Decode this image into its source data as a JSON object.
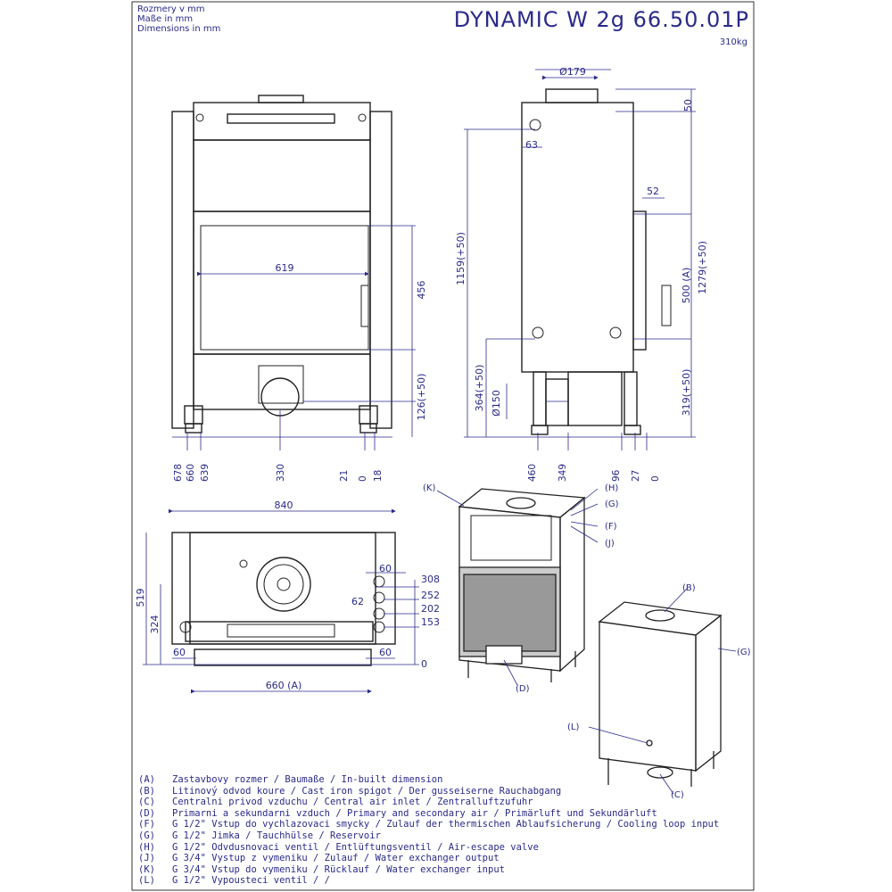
{
  "header": {
    "units": [
      "Rozmery v mm",
      "Maße in mm",
      "Dimensions in mm"
    ],
    "title": "DYNAMIC W 2g 66.50.01P",
    "weight": "310kg"
  },
  "front_view": {
    "width_inner": "619",
    "glass_height": "456",
    "floor_to_air": "126(+50)",
    "bottom_dims": [
      "678",
      "660",
      "639",
      "330",
      "21",
      "0",
      "18"
    ]
  },
  "side_view": {
    "spigot_diameter": "Ø179",
    "top_offset": "50",
    "side_offset": "63",
    "total_height_left": "1159(+50)",
    "total_height_right": "1279(+50)",
    "door_gap": "52",
    "door_height": "500 (A)",
    "air_height": "364(+50)",
    "air_diameter": "Ø150",
    "leg_height": "319(+50)",
    "bottom_dims": [
      "460",
      "349",
      "96",
      "27",
      "0"
    ]
  },
  "top_view": {
    "width_total": "840",
    "depth_total": "519",
    "spigot_offset": "324",
    "left_margin": "60",
    "right_top": "60",
    "right_bottom": "60",
    "side_offset": "62",
    "inlet_width": "660 (A)",
    "right_stack": [
      "308",
      "252",
      "202",
      "153",
      "0"
    ]
  },
  "callouts": {
    "K": "(K)",
    "H": "(H)",
    "G": "(G)",
    "F": "(F)",
    "J": "(J)",
    "D": "(D)",
    "B": "(B)",
    "G2": "(G)",
    "L": "(L)",
    "C": "(C)"
  },
  "legend": [
    {
      "key": "(A)",
      "text": "Zastavbovy rozmer / Baumaße / In-built dimension"
    },
    {
      "key": "(B)",
      "text": "Litinový odvod koure / Cast iron spigot / Der gusseiserne Rauchabgang"
    },
    {
      "key": "(C)",
      "text": "Centralni privod vzduchu / Central air inlet / Zentralluftzufuhr"
    },
    {
      "key": "(D)",
      "text": "Primarni a sekundarni vzduch / Primary and secondary air / Primärluft und Sekundärluft"
    },
    {
      "key": "(F)",
      "text": "G 1/2\" Vstup do vychlazovaci smycky / Zulauf der thermischen Ablaufsicherung / Cooling loop input"
    },
    {
      "key": "(G)",
      "text": "G 1/2\" Jimka / Tauchhülse / Reservoir"
    },
    {
      "key": "(H)",
      "text": "G 1/2\" Odvdusnovaci ventil / Entlüftungsventil / Air-escape valve"
    },
    {
      "key": "(J)",
      "text": "G 3/4\" Vystup z vymeniku / Zulauf / Water exchanger output"
    },
    {
      "key": "(K)",
      "text": "G 3/4\" Vstup do vymeniku / Rücklauf / Water exchanger input"
    },
    {
      "key": "(L)",
      "text": "G 1/2\" Vypousteci ventil / /"
    }
  ],
  "colors": {
    "ink": "#2a2a8a",
    "line": "#222222",
    "frame": "#333333"
  }
}
